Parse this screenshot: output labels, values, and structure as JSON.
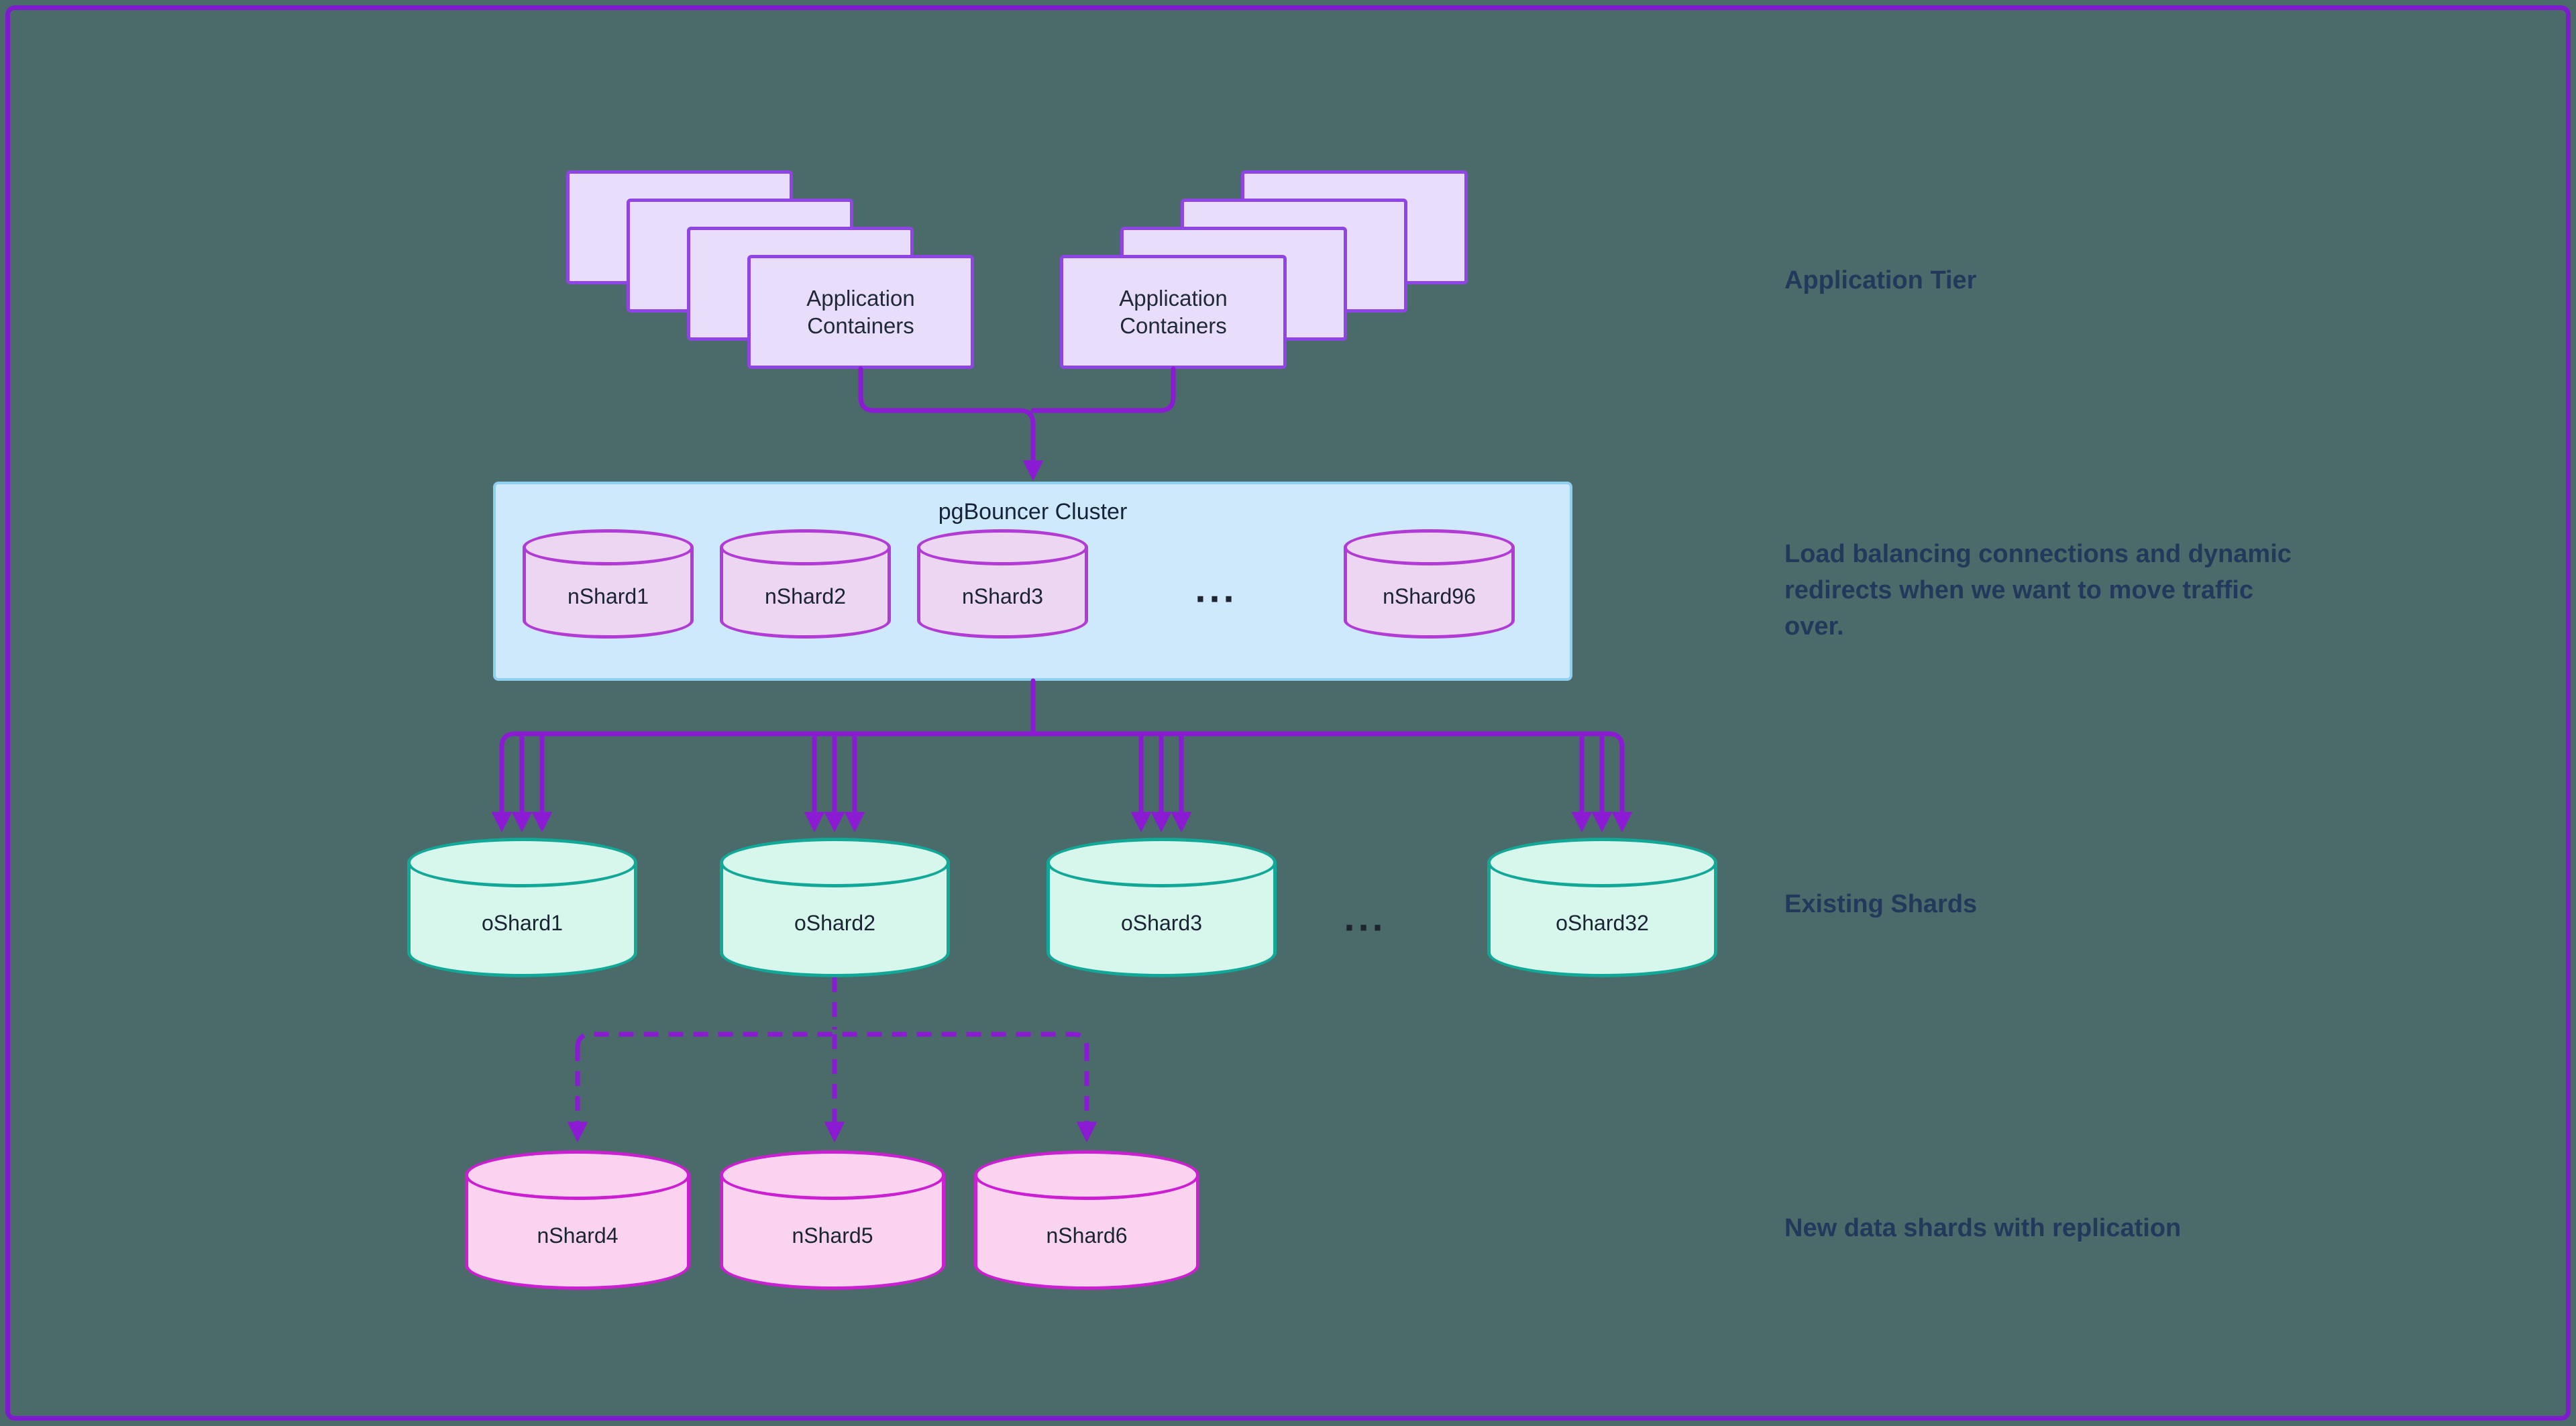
{
  "app_tier": {
    "left_stack_label": "Application Containers",
    "right_stack_label": "Application Containers"
  },
  "pgbouncer": {
    "title": "pgBouncer Cluster",
    "shards": [
      {
        "label": "nShard1"
      },
      {
        "label": "nShard2"
      },
      {
        "label": "nShard3"
      },
      {
        "label": "nShard96"
      }
    ],
    "ellipsis": "..."
  },
  "existing_shards": {
    "shards": [
      {
        "label": "oShard1"
      },
      {
        "label": "oShard2"
      },
      {
        "label": "oShard3"
      },
      {
        "label": "oShard32"
      }
    ],
    "ellipsis": "..."
  },
  "new_shards": {
    "shards": [
      {
        "label": "nShard4"
      },
      {
        "label": "nShard5"
      },
      {
        "label": "nShard6"
      }
    ]
  },
  "annotations": {
    "application_tier": "Application Tier",
    "load_balancing": "Load balancing connections and dynamic redirects when we want to move traffic over.",
    "existing_shards": "Existing Shards",
    "new_shards": "New data shards with replication"
  },
  "colors": {
    "background": "#4b6a6a",
    "frame_purple": "#7e1bcf",
    "arrow_purple": "#8a1bd3",
    "app_card_fill": "#e8ddfa",
    "app_card_border": "#8f45e6",
    "pgbouncer_fill": "#cde9fb",
    "pgbouncer_border": "#8fd0f2",
    "nshard_fill": "#ecd6f2",
    "nshard_border": "#b13bd4",
    "oshard_fill": "#d7f6ec",
    "oshard_border": "#12a897",
    "newshard_fill": "#fad4ef",
    "newshard_border": "#cb1fd1",
    "annotation_text": "#23395b"
  }
}
